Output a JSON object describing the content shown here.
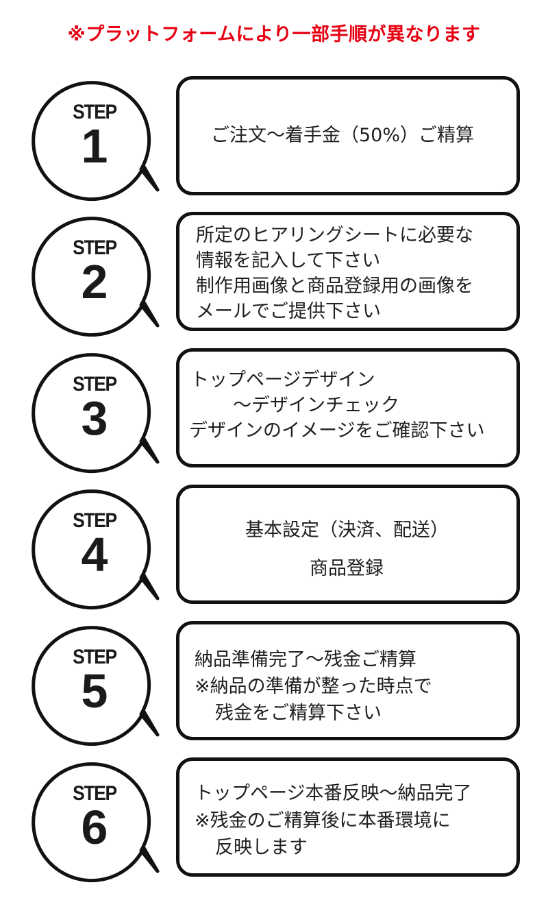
{
  "notice": {
    "text": "※プラットフォームにより一部手順が異なります",
    "color": "#e60012"
  },
  "steps": [
    {
      "label": "STEP",
      "number": "1",
      "lines": [
        "ご注文〜着手金（50%）ご精算"
      ]
    },
    {
      "label": "STEP",
      "number": "2",
      "lines": [
        "所定のヒアリングシートに必要な",
        "情報を記入して下さい",
        "制作用画像と商品登録用の画像を",
        "メールでご提供下さい"
      ]
    },
    {
      "label": "STEP",
      "number": "3",
      "lines": [
        "トップページデザイン",
        "〜デザインチェック",
        "デザインのイメージをご確認下さい"
      ]
    },
    {
      "label": "STEP",
      "number": "4",
      "lines": [
        "基本設定（決済、配送）",
        "商品登録"
      ]
    },
    {
      "label": "STEP",
      "number": "5",
      "lines": [
        "納品準備完了〜残金ご精算",
        "※納品の準備が整った時点で",
        "残金をご精算下さい"
      ]
    },
    {
      "label": "STEP",
      "number": "6",
      "lines": [
        "トップページ本番反映〜納品完了",
        "※残金のご精算後に本番環境に",
        "反映します"
      ]
    }
  ]
}
